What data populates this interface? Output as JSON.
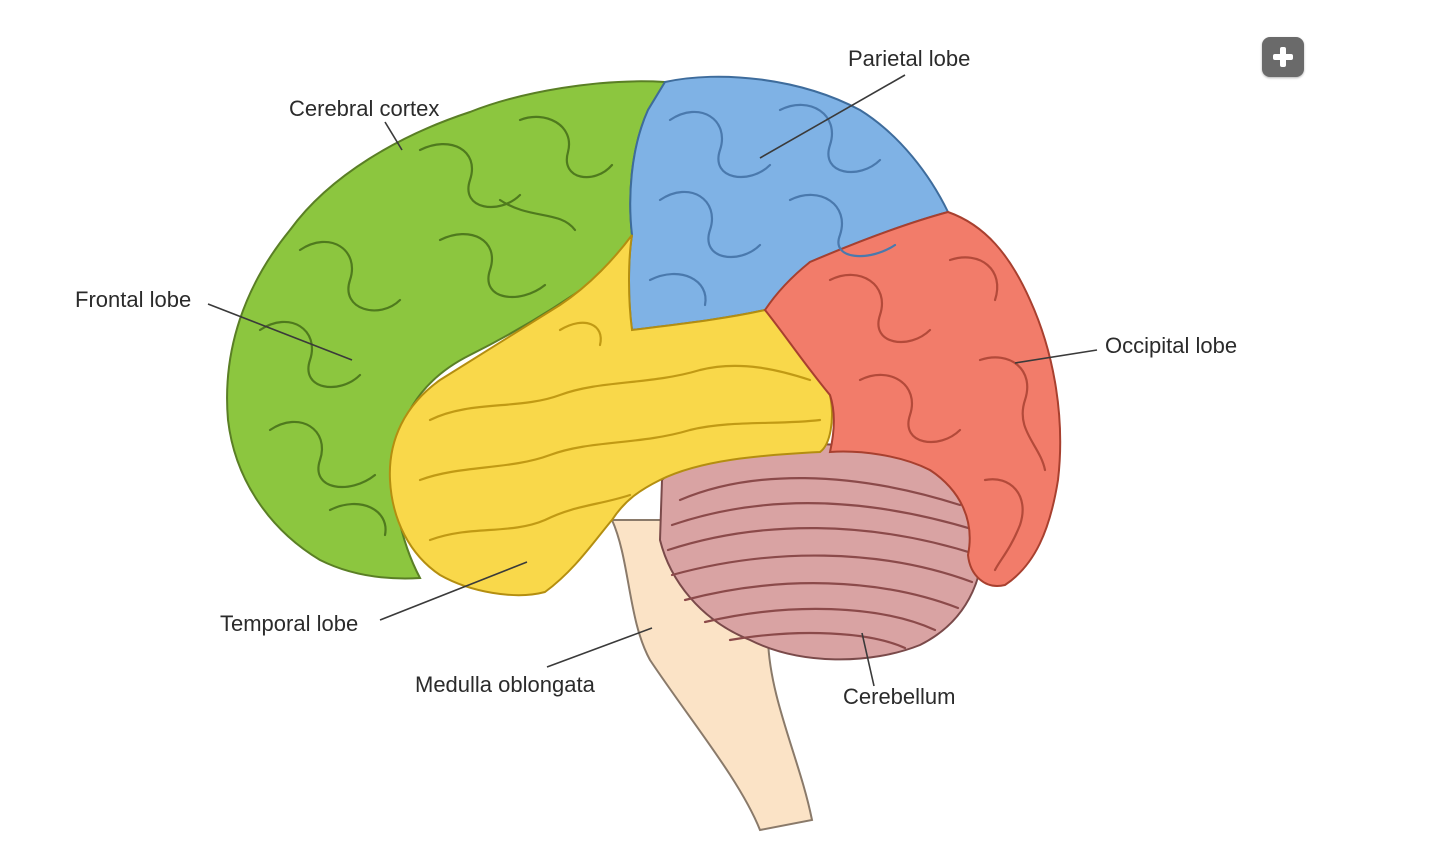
{
  "diagram": {
    "labels": {
      "cerebral_cortex": "Cerebral cortex",
      "parietal_lobe": "Parietal lobe",
      "frontal_lobe": "Frontal lobe",
      "occipital_lobe": "Occipital lobe",
      "temporal_lobe": "Temporal lobe",
      "medulla_oblongata": "Medulla oblongata",
      "cerebellum": "Cerebellum"
    },
    "colors": {
      "frontal": "#8cc63f",
      "parietal": "#7fb2e5",
      "temporal": "#f9d84a",
      "occipital": "#f27c6a",
      "cerebellum": "#d9a3a3",
      "brainstem": "#fbe3c6"
    }
  },
  "controls": {
    "expand_icon": "plus-icon"
  }
}
